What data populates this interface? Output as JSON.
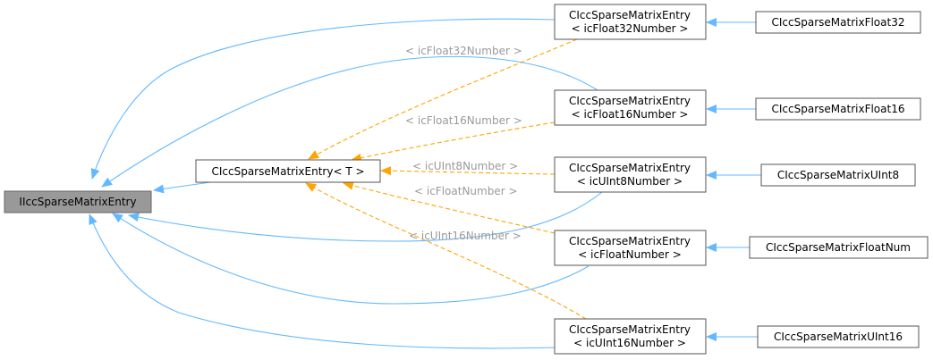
{
  "nodes": {
    "root": "IIccSparseMatrixEntry",
    "template": "CIccSparseMatrixEntry< T >",
    "float32": [
      "CIccSparseMatrixEntry",
      "< icFloat32Number >"
    ],
    "float16": [
      "CIccSparseMatrixEntry",
      "< icFloat16Number >"
    ],
    "uint8": [
      "CIccSparseMatrixEntry",
      "< icUInt8Number >"
    ],
    "floatnum": [
      "CIccSparseMatrixEntry",
      "< icFloatNumber >"
    ],
    "uint16": [
      "CIccSparseMatrixEntry",
      "< icUInt16Number >"
    ],
    "leaf_float32": "CIccSparseMatrixFloat32",
    "leaf_float16": "CIccSparseMatrixFloat16",
    "leaf_uint8": "CIccSparseMatrixUInt8",
    "leaf_floatnum": "CIccSparseMatrixFloatNum",
    "leaf_uint16": "CIccSparseMatrixUInt16"
  },
  "edge_labels": {
    "float32": "< icFloat32Number >",
    "float16": "< icFloat16Number >",
    "uint8": "< icUInt8Number >",
    "floatnum": "< icFloatNumber >",
    "uint16": "< icUInt16Number >"
  },
  "colors": {
    "inheritance_edge": "#63b8ff",
    "template_edge": "#ffa500",
    "root_fill": "#999999"
  }
}
